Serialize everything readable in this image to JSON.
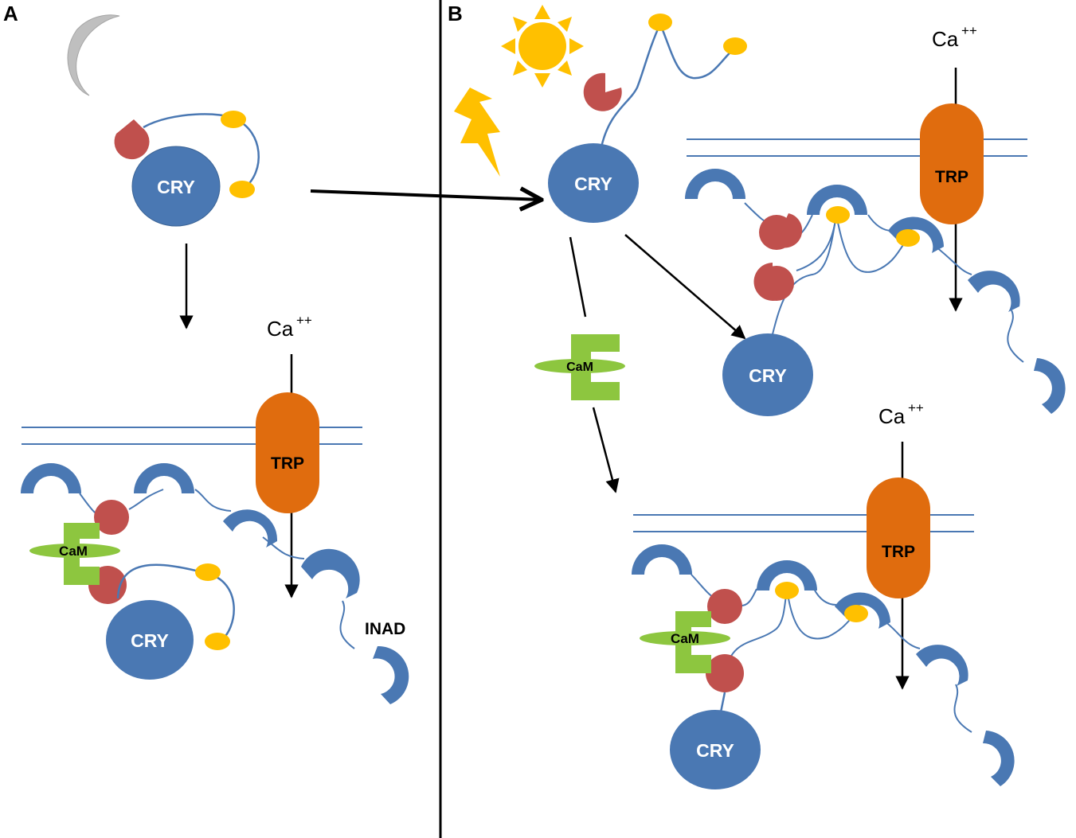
{
  "panels": {
    "a": {
      "letter": "A"
    },
    "b": {
      "letter": "B"
    }
  },
  "labels": {
    "cry": "CRY",
    "trp": "TRP",
    "cam": "CaM",
    "inad": "INAD",
    "ca": "Ca",
    "ca_sup": "++"
  },
  "colors": {
    "cry": "#4a78b3",
    "trp": "#e06c0e",
    "cam_bar": "#8dc63f",
    "cam_oval": "#8dc63f",
    "red_domain": "#c0504d",
    "yellow_pdz": "#ffc000",
    "sun": "#ffc000",
    "lightning": "#ffc000",
    "moon": "#bfbfbf",
    "membrane": "#4a78b3",
    "scaffold": "#4a78b3",
    "arrow": "#000000"
  },
  "icons": [
    "moon-icon",
    "sun-icon",
    "lightning-icon"
  ]
}
